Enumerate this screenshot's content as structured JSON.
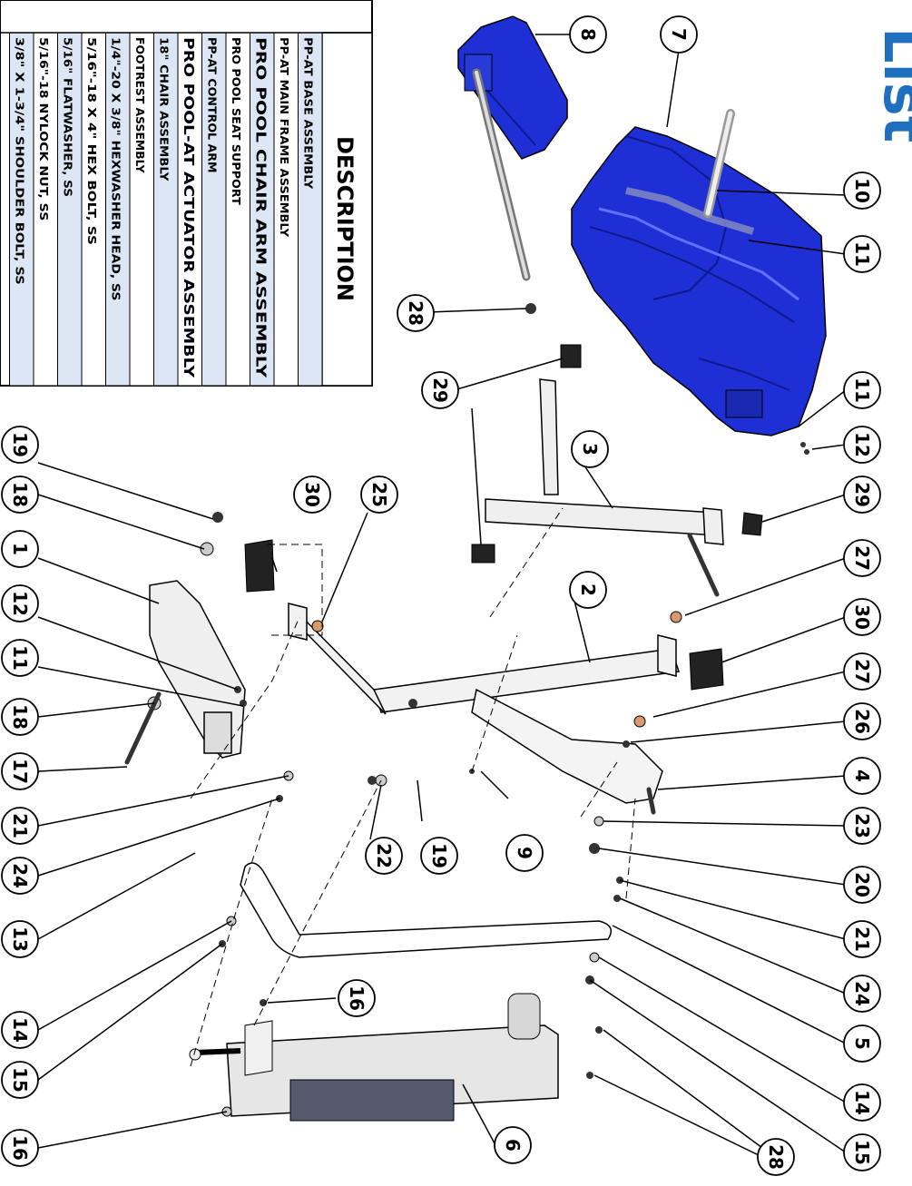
{
  "page": {
    "title_fragment": "List",
    "accent_color": "#1f6fbf"
  },
  "table": {
    "header": "DESCRIPTION",
    "rows": [
      "PP-AT BASE ASSEMBLY",
      "PP-AT MAIN FRAME ASSEMBLY",
      "PRO POOL CHAIR ARM ASSEMBLY",
      "PRO POOL SEAT SUPPORT",
      "PP-AT CONTROL ARM",
      "PRO POOL-AT ACTUATOR ASSEMBLY",
      "18\" CHAIR ASSEMBLY",
      "FOOTREST ASSEMBLY",
      "1/4\"-20 X 3/8\" HEXWASHER HEAD, SS",
      "5/16\"-18 X 4\" HEX BOLT, SS",
      "5/16\" FLATWASHER, SS",
      "5/16\"-18 NYLOCK NUT, SS",
      "3/8\" X 1-3/4\" SHOULDER BOLT, SS"
    ],
    "row_highlight_color": "#dce6f4"
  },
  "balloons": [
    {
      "id": "b8",
      "label": "8"
    },
    {
      "id": "b7",
      "label": "7"
    },
    {
      "id": "b10",
      "label": "10"
    },
    {
      "id": "b11a",
      "label": "11"
    },
    {
      "id": "b28a",
      "label": "28"
    },
    {
      "id": "b29a",
      "label": "29"
    },
    {
      "id": "b11b",
      "label": "11"
    },
    {
      "id": "b12a",
      "label": "12"
    },
    {
      "id": "b29b",
      "label": "29"
    },
    {
      "id": "b3",
      "label": "3"
    },
    {
      "id": "b27a",
      "label": "27"
    },
    {
      "id": "b30a",
      "label": "30"
    },
    {
      "id": "b2",
      "label": "2"
    },
    {
      "id": "b27b",
      "label": "27"
    },
    {
      "id": "b26",
      "label": "26"
    },
    {
      "id": "b4",
      "label": "4"
    },
    {
      "id": "b9",
      "label": "9"
    },
    {
      "id": "b23",
      "label": "23"
    },
    {
      "id": "b20",
      "label": "20"
    },
    {
      "id": "b21a",
      "label": "21"
    },
    {
      "id": "b24a",
      "label": "24"
    },
    {
      "id": "b5",
      "label": "5"
    },
    {
      "id": "b14a",
      "label": "14"
    },
    {
      "id": "b15a",
      "label": "15"
    },
    {
      "id": "b28b",
      "label": "28"
    },
    {
      "id": "b30b",
      "label": "30"
    },
    {
      "id": "b25",
      "label": "25"
    },
    {
      "id": "b22",
      "label": "22"
    },
    {
      "id": "b19a",
      "label": "19"
    },
    {
      "id": "b16a",
      "label": "16"
    },
    {
      "id": "b6",
      "label": "6"
    },
    {
      "id": "b19b",
      "label": "19"
    },
    {
      "id": "b18a",
      "label": "18"
    },
    {
      "id": "b1",
      "label": "1"
    },
    {
      "id": "b12b",
      "label": "12"
    },
    {
      "id": "b11c",
      "label": "11"
    },
    {
      "id": "b18b",
      "label": "18"
    },
    {
      "id": "b17",
      "label": "17"
    },
    {
      "id": "b21b",
      "label": "21"
    },
    {
      "id": "b24b",
      "label": "24"
    },
    {
      "id": "b13",
      "label": "13"
    },
    {
      "id": "b14b",
      "label": "14"
    },
    {
      "id": "b15b",
      "label": "15"
    },
    {
      "id": "b16b",
      "label": "16"
    }
  ],
  "colors": {
    "part_blue": "#1e2fd6",
    "part_blue_dark": "#0d1a8a",
    "metal": "#e8e8e8",
    "line": "#000000"
  }
}
